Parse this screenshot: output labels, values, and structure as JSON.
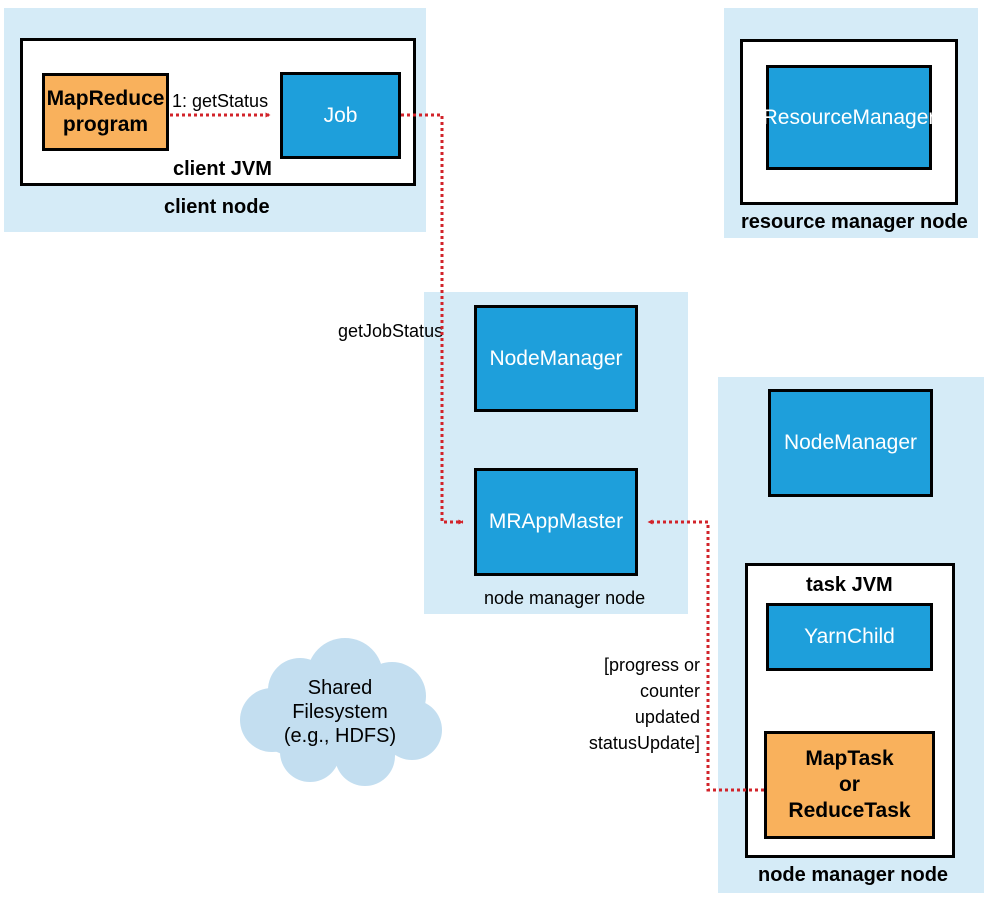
{
  "client_node": {
    "label": "client node",
    "jvm_label": "client JVM",
    "program_label": "MapReduce\nprogram",
    "job_label": "Job",
    "call_label": "1: getStatus"
  },
  "resource_manager_node": {
    "label": "resource manager node",
    "resource_manager_label": "ResourceManager"
  },
  "app_master_node": {
    "label": "node manager node",
    "node_manager_label": "NodeManager",
    "app_master_label": "MRAppMaster",
    "call_label": "getJobStatus"
  },
  "task_node": {
    "label": "node manager node",
    "node_manager_label": "NodeManager",
    "jvm_label": "task JVM",
    "yarn_child_label": "YarnChild",
    "task_label": "MapTask\nor\nReduceTask",
    "update_label": "[progress or\ncounter updated\nstatusUpdate]"
  },
  "filesystem": {
    "label": "Shared\nFilesystem\n(e.g., HDFS)"
  },
  "colors": {
    "node_background": "#d5ebf7",
    "component_blue": "#1e9fdb",
    "program_orange": "#f9b15c",
    "arrow_red": "#d2232a",
    "cloud": "#b9d9ee"
  }
}
